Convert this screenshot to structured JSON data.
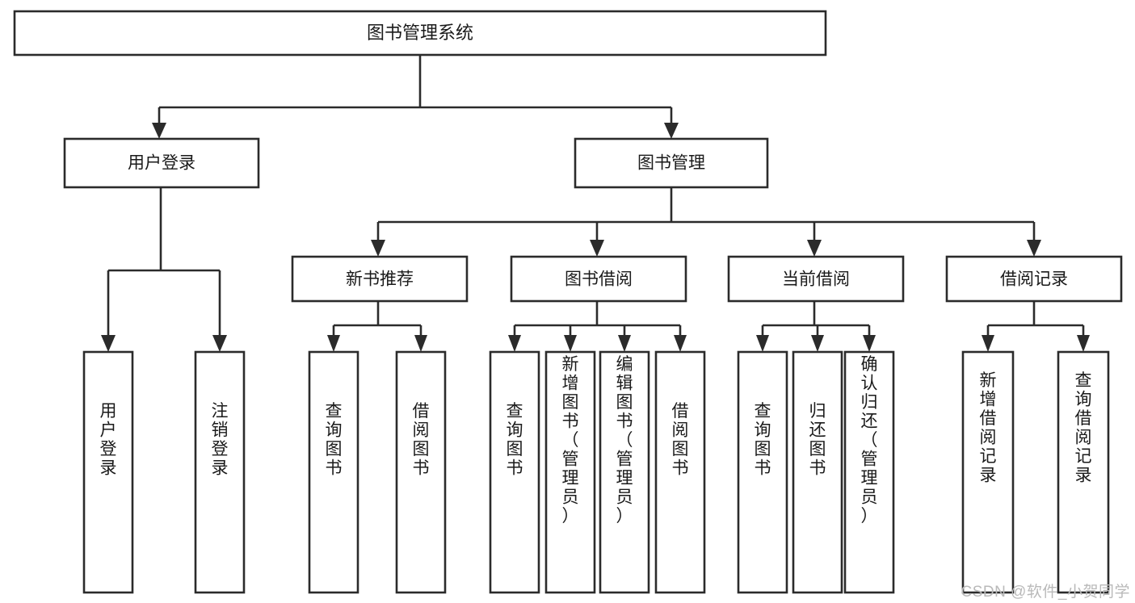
{
  "diagram": {
    "type": "tree",
    "title": "图书管理系统",
    "watermark": "CSDN @软件_小贺同学",
    "orientation": "top-down",
    "colors": {
      "box_fill": "#ffffff",
      "box_stroke": "#2b2b2b",
      "connector": "#2b2b2b",
      "text": "#1a1a1a",
      "watermark": "#b9b9b9"
    },
    "root": {
      "label": "图书管理系统"
    },
    "level2": [
      {
        "label": "用户登录"
      },
      {
        "label": "图书管理"
      }
    ],
    "level3": [
      {
        "label": "新书推荐"
      },
      {
        "label": "图书借阅"
      },
      {
        "label": "当前借阅"
      },
      {
        "label": "借阅记录"
      }
    ],
    "leaves": {
      "用户登录": [
        {
          "label": "用户登录"
        },
        {
          "label": "注销登录"
        }
      ],
      "新书推荐": [
        {
          "label": "查询图书"
        },
        {
          "label": "借阅图书"
        }
      ],
      "图书借阅": [
        {
          "label": "查询图书"
        },
        {
          "label": "新增图书（管理员）"
        },
        {
          "label": "编辑图书（管理员）"
        },
        {
          "label": "借阅图书"
        }
      ],
      "当前借阅": [
        {
          "label": "查询图书"
        },
        {
          "label": "归还图书"
        },
        {
          "label": "确认归还（管理员）"
        }
      ],
      "借阅记录": [
        {
          "label": "新增借阅记录"
        },
        {
          "label": "查询借阅记录"
        }
      ]
    },
    "leaf_flat": [
      {
        "label": "用户登录"
      },
      {
        "label": "注销登录"
      },
      {
        "label": "查询图书"
      },
      {
        "label": "借阅图书"
      },
      {
        "label": "查询图书"
      },
      {
        "label": "新增图书（管理员）"
      },
      {
        "label": "编辑图书（管理员）"
      },
      {
        "label": "借阅图书"
      },
      {
        "label": "查询图书"
      },
      {
        "label": "归还图书"
      },
      {
        "label": "确认归还（管理员）"
      },
      {
        "label": "新增借阅记录"
      },
      {
        "label": "查询借阅记录"
      }
    ]
  }
}
